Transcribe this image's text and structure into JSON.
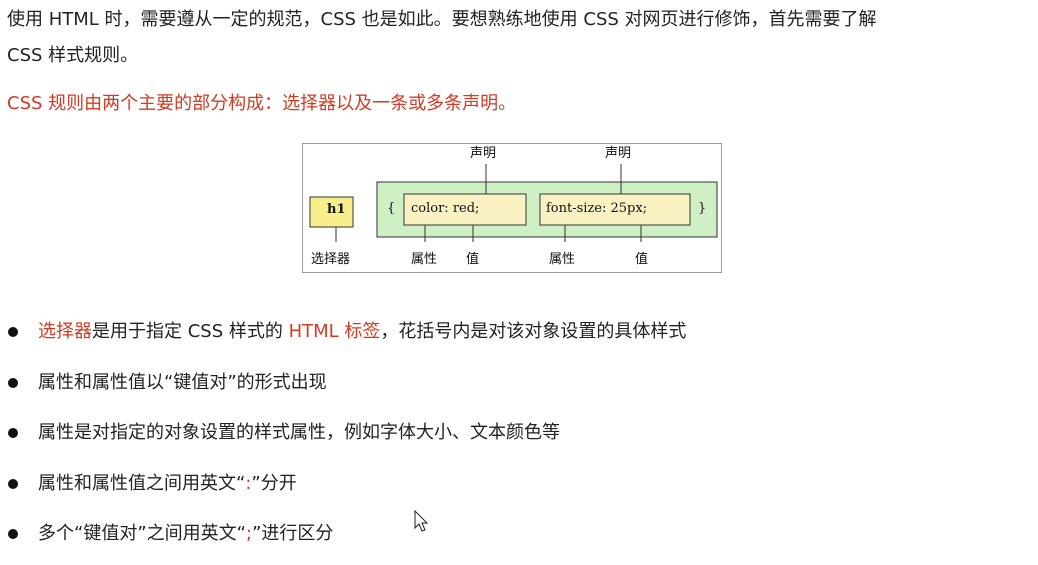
{
  "intro": {
    "line1": "使用 HTML 时，需要遵从一定的规范，CSS 也是如此。要想熟练地使用 CSS 对网页进行修饰，首先需要了解",
    "line2": "CSS 样式规则。"
  },
  "rule_text": "CSS 规则由两个主要的部分构成：选择器以及一条或多条声明。",
  "diagram": {
    "declaration_label_1": "声明",
    "declaration_label_2": "声明",
    "selector": "h1",
    "open_brace": "{",
    "close_brace": "}",
    "declaration_1": "color: red;",
    "declaration_2": "font-size: 25px;",
    "selector_label": "选择器",
    "property_label_1": "属性",
    "value_label_1": "值",
    "property_label_2": "属性",
    "value_label_2": "值",
    "colors": {
      "selector_fill": "#f6ef8a",
      "declaration_block_fill": "#cff0c4",
      "declaration_fill": "#fbf2c4",
      "emphasis_red": "#d33a22"
    }
  },
  "bullets": [
    {
      "parts": [
        {
          "text": "选择器",
          "red": true
        },
        {
          "text": "是用于指定 CSS 样式的 ",
          "red": false
        },
        {
          "text": "HTML 标签",
          "red": true
        },
        {
          "text": "，花括号内是对该对象设置的具体样式",
          "red": false
        }
      ]
    },
    {
      "parts": [
        {
          "text": "属性和属性值以“键值对”的形式出现",
          "red": false
        }
      ]
    },
    {
      "parts": [
        {
          "text": "属性是对指定的对象设置的样式属性，例如字体大小、文本颜色等",
          "red": false
        }
      ]
    },
    {
      "parts": [
        {
          "text": "属性和属性值之间用英文“",
          "red": false
        },
        {
          "text": ":",
          "red": true
        },
        {
          "text": "”分开",
          "red": false
        }
      ]
    },
    {
      "parts": [
        {
          "text": "多个“键值对”之间用英文“",
          "red": false
        },
        {
          "text": ";",
          "red": true
        },
        {
          "text": "”进行区分",
          "red": false
        }
      ]
    }
  ]
}
